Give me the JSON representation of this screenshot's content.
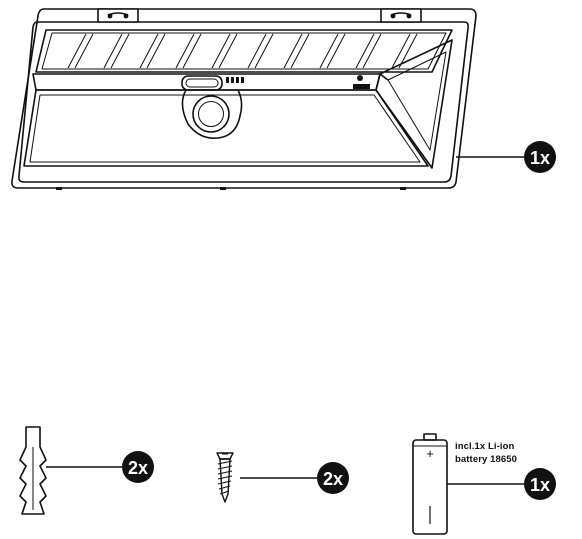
{
  "items": [
    {
      "name": "solar-lamp",
      "qty_label": "1x"
    },
    {
      "name": "wall-plug",
      "qty_label": "2x"
    },
    {
      "name": "screw",
      "qty_label": "2x"
    },
    {
      "name": "battery",
      "qty_label": "1x",
      "note_lines": [
        "incl.1x Li-ion",
        "battery 18650"
      ],
      "plus_sign": "+"
    }
  ],
  "colors": {
    "line": "#111111",
    "badge": "#111111",
    "badge_text": "#ffffff"
  }
}
